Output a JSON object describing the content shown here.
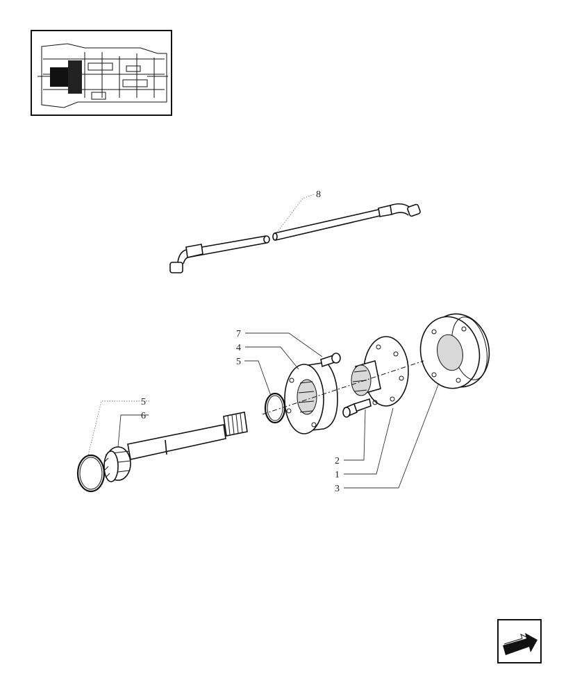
{
  "callouts": {
    "c1": "1",
    "c2": "2",
    "c3": "3",
    "c4": "4",
    "c5_top": "5",
    "c5_left": "5",
    "c6": "6",
    "c7": "7",
    "c8": "8"
  },
  "icons": {
    "thumbnail": "transmission-section-thumbnail",
    "nav_arrow": "back-arrow-icon"
  }
}
